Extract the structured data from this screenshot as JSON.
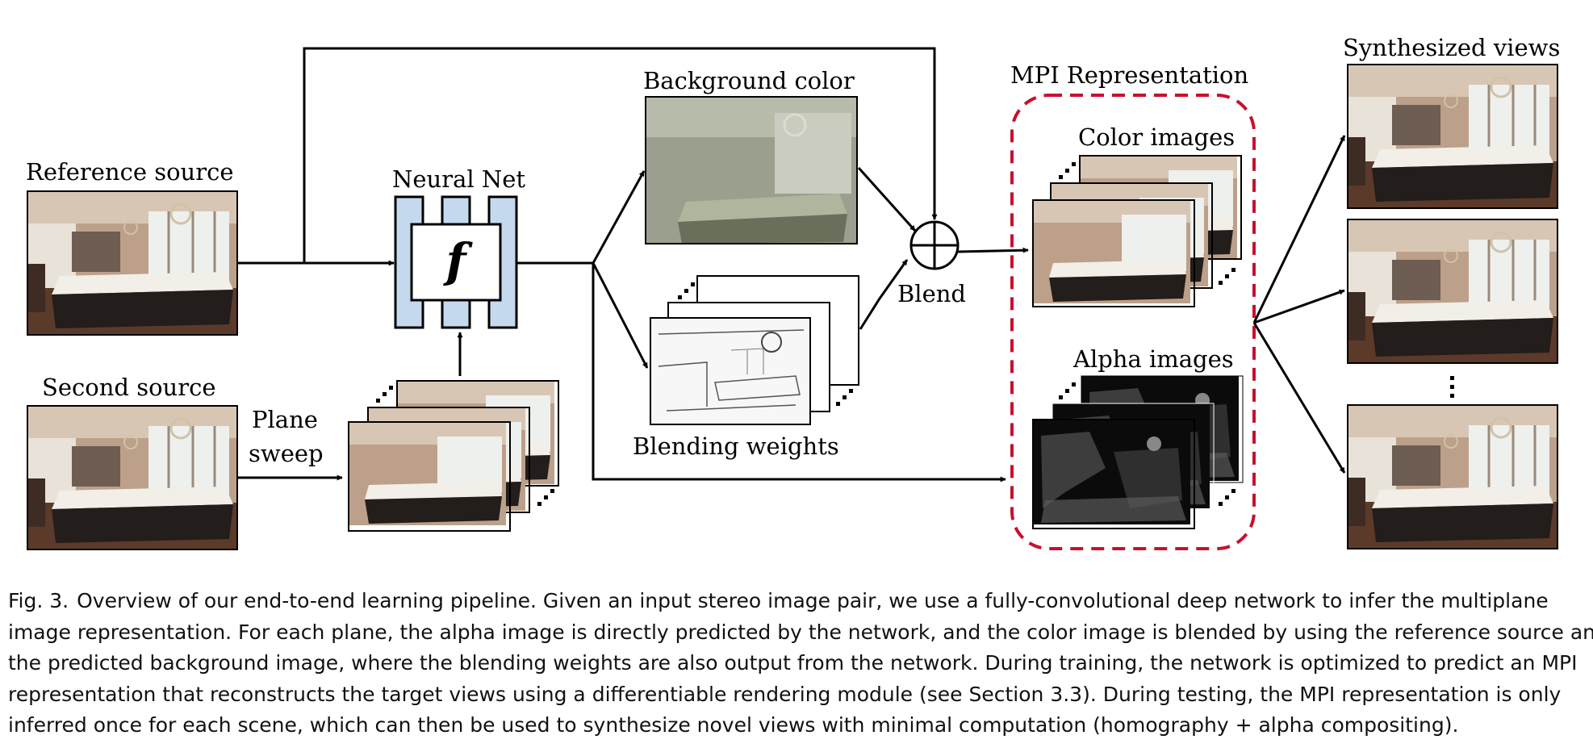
{
  "figure": {
    "labels": {
      "reference_source": "Reference source",
      "second_source": "Second source",
      "plane_sweep_line1": "Plane",
      "plane_sweep_line2": "sweep",
      "neural_net": "Neural Net",
      "function_symbol": "f",
      "background_color": "Background color",
      "blending_weights": "Blending weights",
      "blend": "Blend",
      "mpi_representation": "MPI Representation",
      "color_images": "Color images",
      "alpha_images": "Alpha images",
      "synthesized_views": "Synthesized views"
    },
    "colors": {
      "network_blue": "#c5d9ee",
      "mpi_dash_red": "#c8102e",
      "arrow": "#000000"
    }
  },
  "caption": {
    "figure_number": "Fig. 3.",
    "lines": [
      "Overview of our end-to-end learning pipeline. Given an input stereo image pair, we use a fully-convolutional deep network to infer the multiplane",
      "image representation. For each plane, the alpha image is directly predicted by the network, and the color image is blended by using the reference source and",
      "the predicted background image, where the blending weights are also output from the network. During training, the network is optimized to predict an MPI",
      "representation that reconstructs the target views using a differentiable rendering module (see Section 3.3). During testing, the MPI representation is only",
      "inferred once for each scene, which can then be used to synthesize novel views with minimal computation (homography + alpha compositing)."
    ]
  }
}
